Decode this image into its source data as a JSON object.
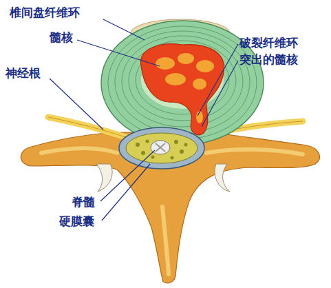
{
  "diagram": {
    "labels": [
      "椎间盘纤维环",
      "髓核",
      "破裂纤维环",
      "突出的髓核",
      "神经根",
      "脊髓",
      "硬膜囊"
    ]
  }
}
